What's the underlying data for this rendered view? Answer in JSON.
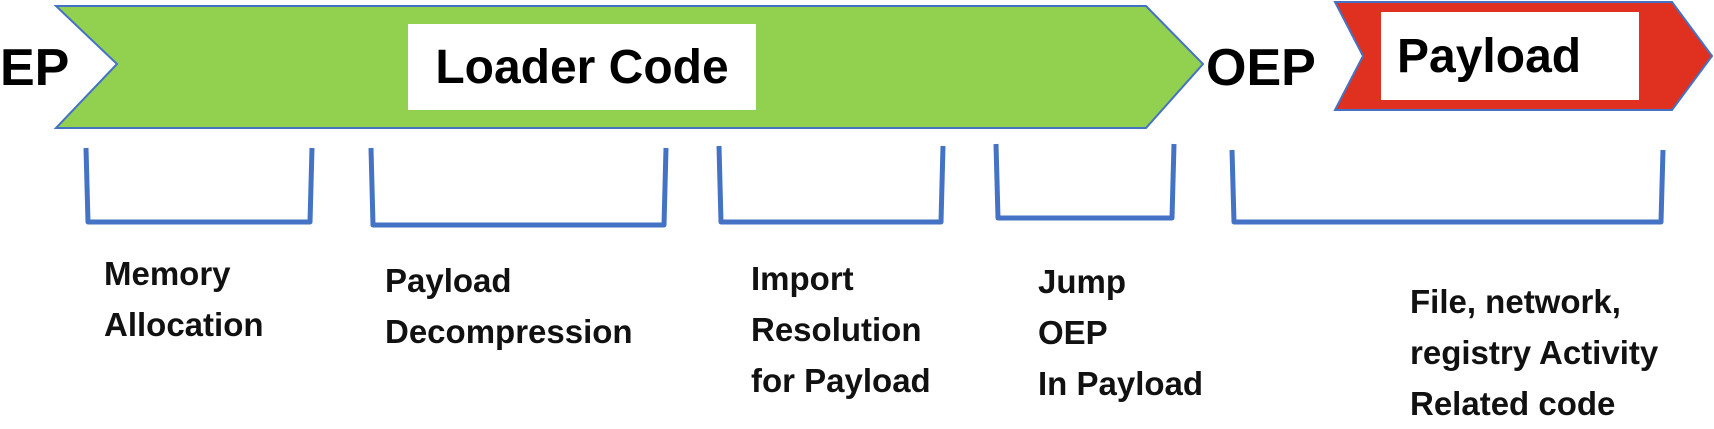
{
  "diagram": {
    "labels": {
      "ep": "EP",
      "oep": "OEP"
    },
    "arrows": {
      "loader": {
        "title": "Loader Code"
      },
      "payload": {
        "title": "Payload"
      }
    },
    "phases": [
      {
        "lines": [
          "Memory",
          "Allocation"
        ]
      },
      {
        "lines": [
          "Payload",
          "Decompression"
        ]
      },
      {
        "lines": [
          "Import",
          "Resolution",
          "for Payload"
        ]
      },
      {
        "lines": [
          "Jump",
          "OEP",
          "In Payload"
        ]
      },
      {
        "lines": [
          "File, network,",
          "registry Activity",
          "Related code"
        ]
      }
    ],
    "colors": {
      "loader_fill": "#92D050",
      "payload_fill": "#E03020",
      "outline": "#4472C4",
      "bracket": "#4472C4"
    }
  }
}
